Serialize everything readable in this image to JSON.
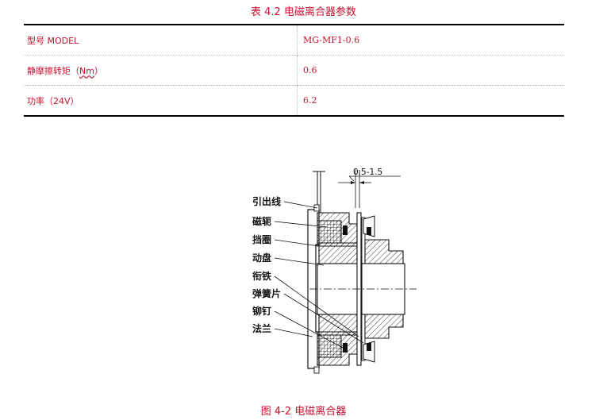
{
  "table": {
    "caption": "表 4.2  电磁离合器参数",
    "rows": [
      {
        "label": "型号 MODEL",
        "value": "MG-MF1-0.6"
      },
      {
        "label_main": "静摩擦转矩（",
        "label_unit": "Nm",
        "label_end": "）",
        "value": "0.6"
      },
      {
        "label": "功率（24V）",
        "value": "6.2"
      }
    ]
  },
  "figure": {
    "dimension": "0.5-1.5",
    "labels": [
      "引出线",
      "磁轭",
      "挡圈",
      "动盘",
      "衔铁",
      "弹簧片",
      "铆钉",
      "法兰"
    ],
    "caption": "图 4-2 电磁离合器"
  }
}
